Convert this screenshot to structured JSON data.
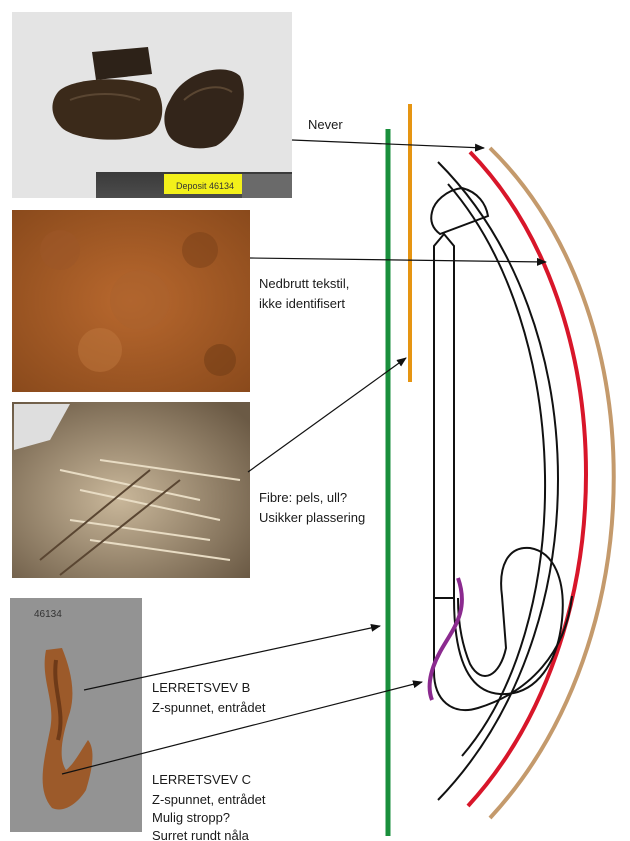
{
  "labels": {
    "never": "Never",
    "tekstil_1": "Nedbrutt tekstil,",
    "tekstil_2": "ikke identifisert",
    "fibre_1": "Fibre: pels, ull?",
    "fibre_2": "Usikker plassering",
    "b_1": "LERRETSVEV B",
    "b_2": "Z-spunnet, entrådet",
    "c_1": "LERRETSVEV C",
    "c_2": "Z-spunnet, entrådet",
    "c_3": "Mulig stropp?",
    "c_4": "Surret rundt nåla"
  },
  "photo_texts": {
    "never_tag": "Deposit 46134",
    "sample_tag": "46134"
  },
  "colors": {
    "green": "#1a8f3c",
    "orange": "#e69512",
    "red": "#d8162a",
    "tan": "#c49a6c",
    "purple": "#8b2a8f",
    "outline": "#111111",
    "arrow": "#111111"
  }
}
